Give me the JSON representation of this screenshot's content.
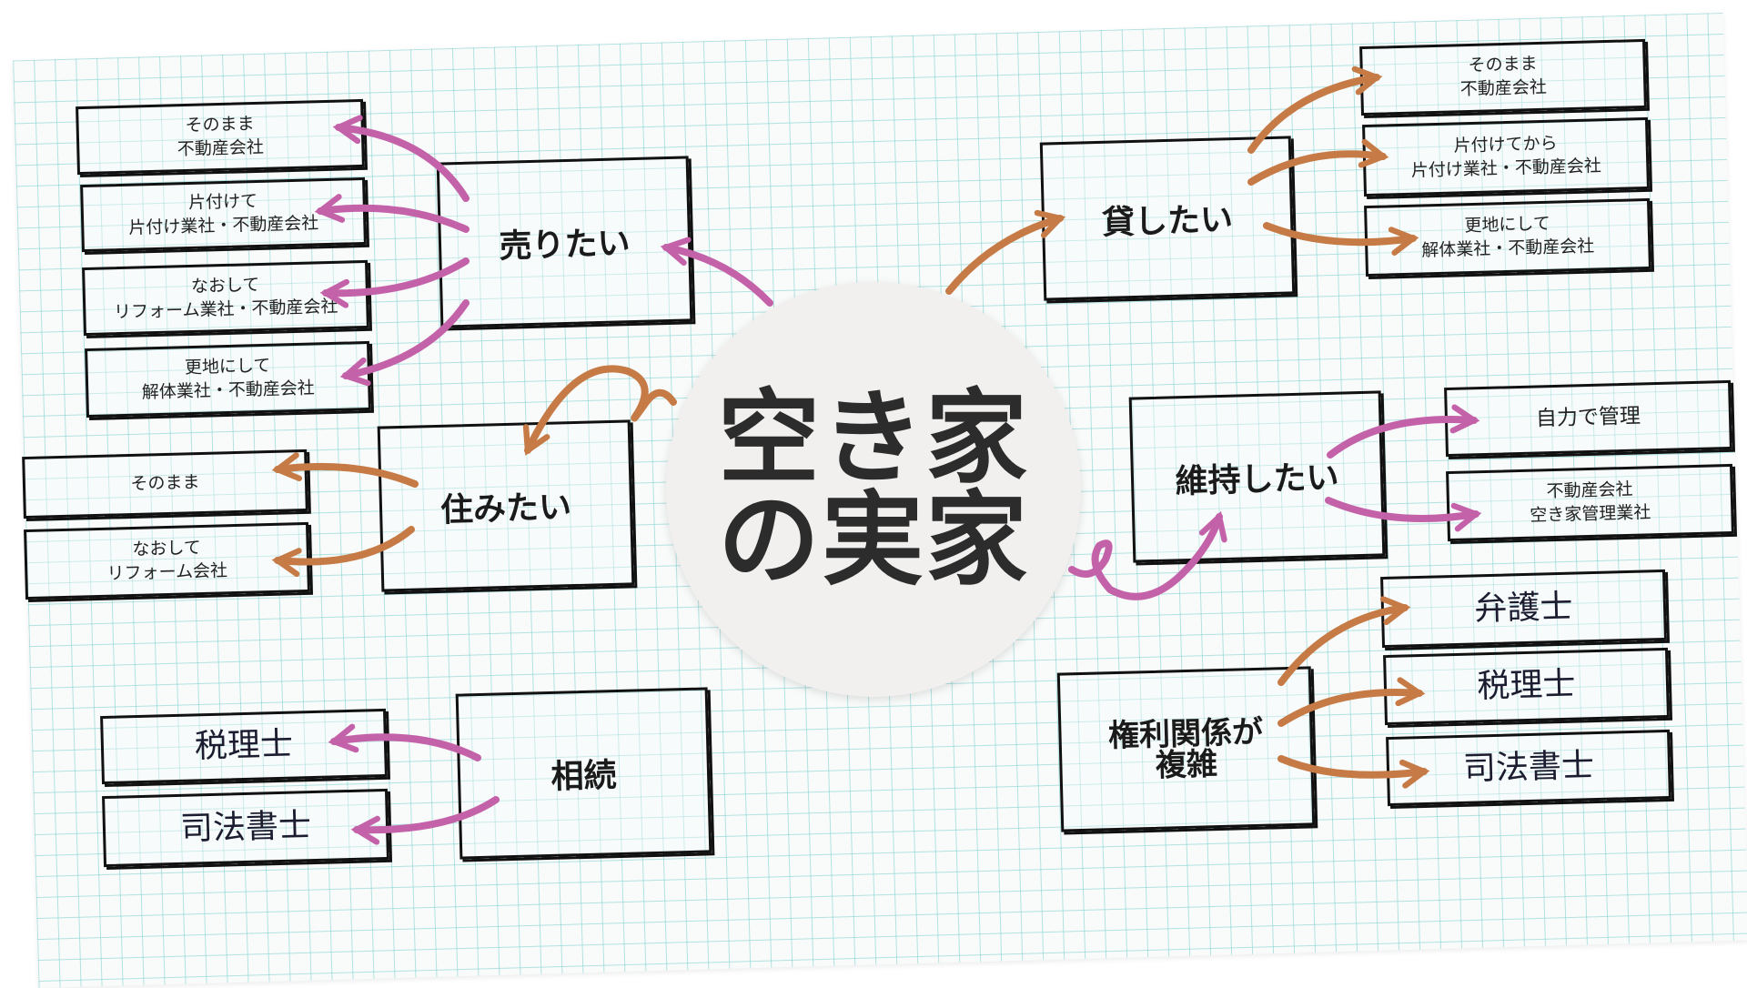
{
  "center": {
    "line1": "空き家",
    "line2": "の実家"
  },
  "colors": {
    "pink": "#c462a9",
    "orange": "#c67a45",
    "grid": "#78cdcd"
  },
  "sell": {
    "label": "売りたい",
    "options": [
      {
        "line1": "そのまま",
        "line2": "不動産会社"
      },
      {
        "line1": "片付けて",
        "line2": "片付け業社・不動産会社"
      },
      {
        "line1": "なおして",
        "line2": "リフォーム業社・不動産会社"
      },
      {
        "line1": "更地にして",
        "line2": "解体業社・不動産会社"
      }
    ]
  },
  "live": {
    "label": "住みたい",
    "options": [
      {
        "line1": "そのまま"
      },
      {
        "line1": "なおして",
        "line2": "リフォーム会社"
      }
    ]
  },
  "inherit": {
    "label": "相続",
    "options": [
      "税理士",
      "司法書士"
    ]
  },
  "rent": {
    "label": "貸したい",
    "options": [
      {
        "line1": "そのまま",
        "line2": "不動産会社"
      },
      {
        "line1": "片付けてから",
        "line2": "片付け業社・不動産会社"
      },
      {
        "line1": "更地にして",
        "line2": "解体業社・不動産会社"
      }
    ]
  },
  "keep": {
    "label": "維持したい",
    "options": [
      {
        "line1": "自力で管理"
      },
      {
        "line1": "不動産会社",
        "line2": "空き家管理業社"
      }
    ]
  },
  "rights": {
    "label_line1": "権利関係が",
    "label_line2": "複雑",
    "options": [
      "弁護士",
      "税理士",
      "司法書士"
    ]
  }
}
